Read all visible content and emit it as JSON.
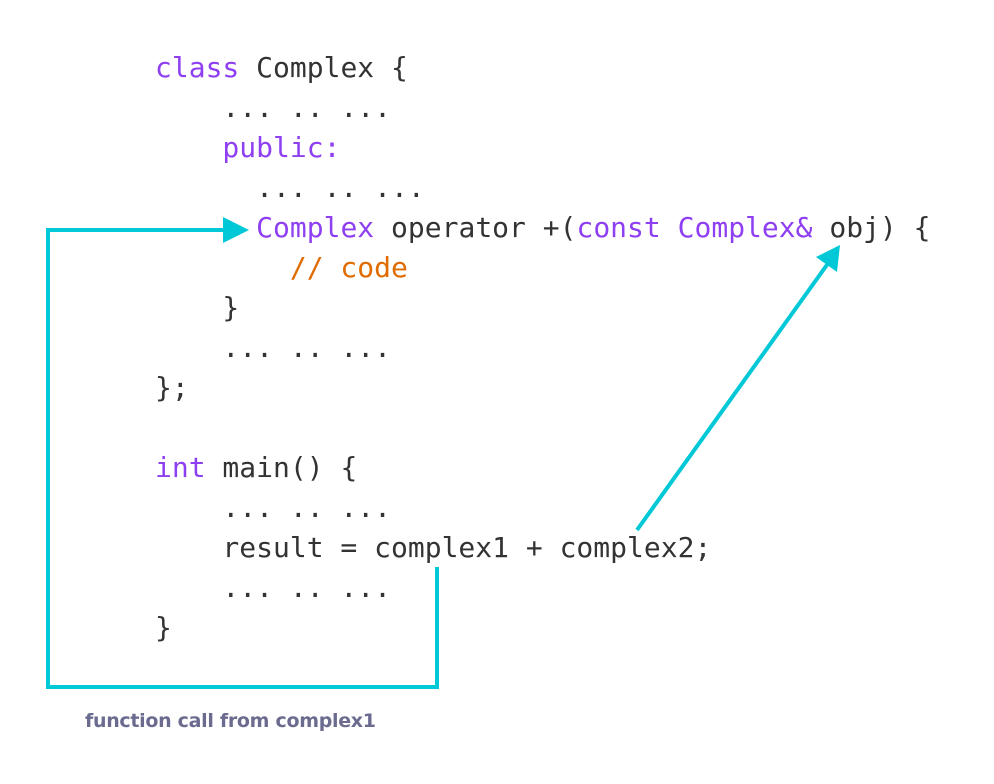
{
  "colors": {
    "keyword": "#8f3ff2",
    "comment": "#e06c00",
    "text": "#333333",
    "arrow": "#00c8d7",
    "label": "#6b6b90"
  },
  "code_lines": [
    [
      {
        "t": "class",
        "k": "kw"
      },
      {
        "t": " Complex {",
        "k": "tx"
      }
    ],
    [
      {
        "t": "    ... .. ...",
        "k": "tx"
      }
    ],
    [
      {
        "t": "    public:",
        "k": "kw"
      }
    ],
    [
      {
        "t": "      ... .. ...",
        "k": "tx"
      }
    ],
    [
      {
        "t": "      ",
        "k": "tx"
      },
      {
        "t": "Complex",
        "k": "kw"
      },
      {
        "t": " operator +(",
        "k": "tx"
      },
      {
        "t": "const",
        "k": "kw"
      },
      {
        "t": " ",
        "k": "tx"
      },
      {
        "t": "Complex&",
        "k": "kw"
      },
      {
        "t": " obj) {",
        "k": "tx"
      }
    ],
    [
      {
        "t": "        // code",
        "k": "cm"
      }
    ],
    [
      {
        "t": "    }",
        "k": "tx"
      }
    ],
    [
      {
        "t": "    ... .. ...",
        "k": "tx"
      }
    ],
    [
      {
        "t": "};",
        "k": "tx"
      }
    ],
    [
      {
        "t": "",
        "k": "tx"
      }
    ],
    [
      {
        "t": "int",
        "k": "kw"
      },
      {
        "t": " main() {",
        "k": "tx"
      }
    ],
    [
      {
        "t": "    ... .. ...",
        "k": "tx"
      }
    ],
    [
      {
        "t": "    result = complex1 + complex2;",
        "k": "tx"
      }
    ],
    [
      {
        "t": "    ... .. ...",
        "k": "tx"
      }
    ],
    [
      {
        "t": "}",
        "k": "tx"
      }
    ]
  ],
  "caption": "function call from complex1"
}
